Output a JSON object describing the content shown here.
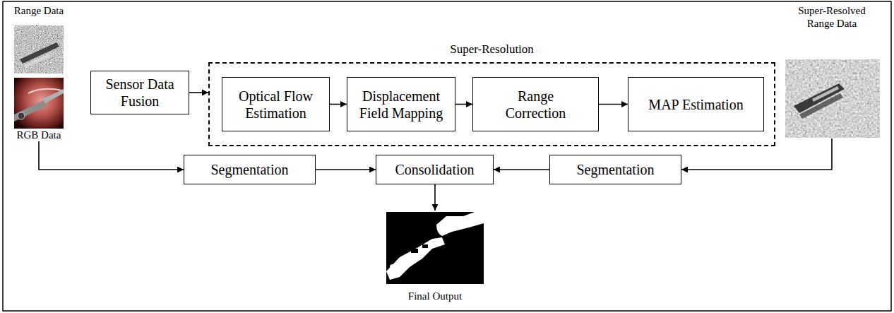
{
  "diagram": {
    "nodes": [
      {
        "text": [
          "Range Data"
        ]
      },
      {
        "text": [
          "Sensor Data Fusion"
        ]
      },
      {
        "text": [
          "Super-Resolution"
        ]
      },
      {
        "text": [
          "Optical Flow Estimation"
        ],
        "in": 2
      },
      {
        "text": [
          "Displacement Field Mapping"
        ],
        "in": 2
      },
      {
        "text": [
          "Range Correction"
        ],
        "in": 2
      },
      {
        "text": [
          "MAP Estimation"
        ],
        "in": 2
      },
      {
        "text": [
          "Super-Resolved Range Data"
        ]
      },
      {
        "text": [
          "RGB Data"
        ]
      },
      {
        "text": [
          "Segmentation"
        ]
      },
      {
        "text": [
          "Consolidation"
        ]
      },
      {
        "text": [
          "Segmentation"
        ]
      },
      {
        "text": [
          "Final Output"
        ]
      }
    ],
    "edges": [
      {
        "from": 1,
        "to": 2,
        "arrow": "to"
      },
      {
        "from": 3,
        "to": 4,
        "arrow": "to"
      },
      {
        "from": 4,
        "to": 5,
        "arrow": "to"
      },
      {
        "from": 5,
        "to": 6,
        "arrow": "to"
      },
      {
        "from": 7,
        "to": 11,
        "arrow": "to"
      },
      {
        "from": 8,
        "to": 9,
        "arrow": "to"
      },
      {
        "from": 9,
        "to": 10,
        "arrow": "to"
      },
      {
        "from": 11,
        "to": 10,
        "arrow": "to"
      },
      {
        "from": 10,
        "to": 12,
        "arrow": "to"
      }
    ]
  }
}
